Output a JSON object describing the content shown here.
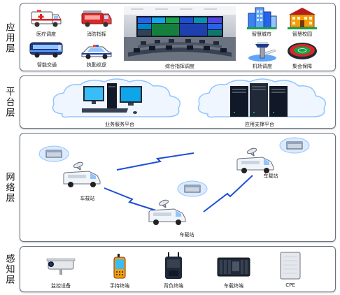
{
  "layers": {
    "application": {
      "label": "应用层",
      "items": [
        "医疗调度",
        "消防指挥",
        "智能交通",
        "执勤巡逻",
        "综合指挥调度",
        "智慧城市",
        "智慧校园",
        "机场调度",
        "集会保障"
      ]
    },
    "platform": {
      "label": "平台层",
      "items": [
        "业务服务平台",
        "应用支撑平台"
      ]
    },
    "network": {
      "label": "网络层",
      "stations": [
        "车载站",
        "车载站",
        "车载站"
      ]
    },
    "perception": {
      "label": "感知层",
      "items": [
        "监控设备",
        "手持终端",
        "背负终端",
        "车载终端",
        "CPE"
      ]
    }
  },
  "colors": {
    "border": "#6b7280",
    "link": "#1d4ed8",
    "cloud": "#dbeafe"
  }
}
